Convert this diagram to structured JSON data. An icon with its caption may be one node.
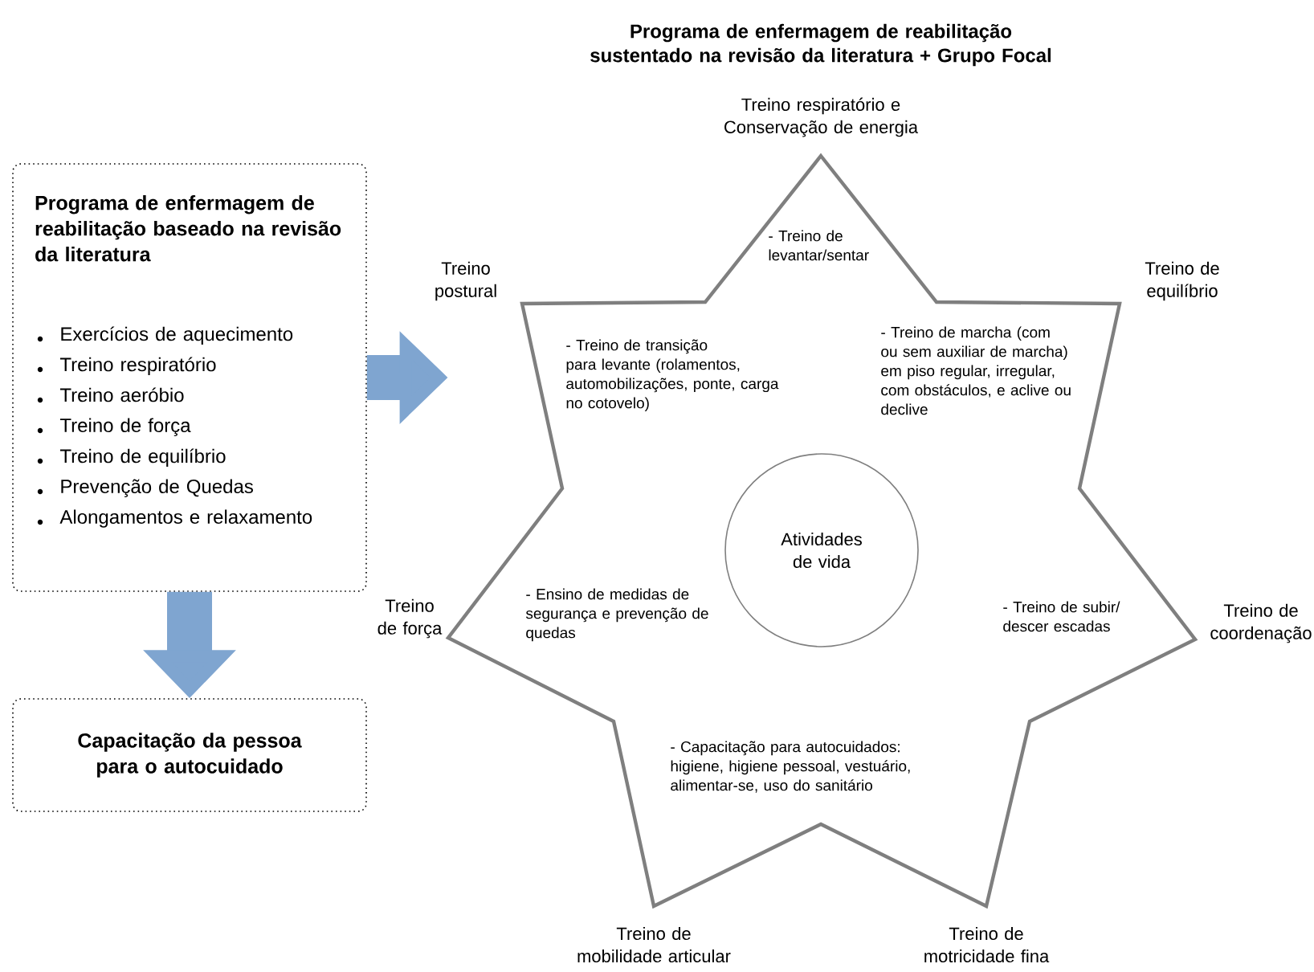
{
  "diagram": {
    "title": "Programa de enfermagem de reabilitação sustentado na revisão da literatura + Grupo Focal",
    "nodes": [
      {
        "text": [
          "Programa de enfermagem de reabilitação baseado na revisão da literatura",
          "Exercícios de aquecimento",
          "Treino respiratório",
          "Treino aeróbio",
          "Treino de força",
          "Treino de equilíbrio",
          "Prevenção de Quedas",
          "Alongamentos e relaxamento"
        ]
      },
      {
        "text": [
          "Capacitação da pessoa para o autocuidado"
        ]
      },
      {
        "text": [
          "- Treino de levantar/sentar",
          "- Treino de transição para levante (rolamentos, automobilizações, ponte, carga no cotovelo)",
          "- Treino de marcha (com ou sem auxiliar de marcha) em piso regular, irregular, com obstáculos, e aclive ou declive",
          "- Ensino de medidas de segurança e prevenção de quedas",
          "- Treino de subir/ descer escadas",
          "- Capacitação para autocuidados: higiene, higiene pessoal, vestuário, alimentar-se, uso do sanitário"
        ],
        "beside": [
          "Treino respiratório e Conservação de energia",
          "Treino de equilíbrio",
          "Treino de coordenação",
          "Treino de motricidade fina",
          "Treino de mobilidade articular",
          "Treino de força",
          "Treino postural"
        ]
      },
      {
        "text": [
          "Atividades de vida"
        ],
        "in": 2
      }
    ],
    "edges": [
      {
        "from": 0,
        "to": 2,
        "arrow": "to"
      },
      {
        "from": 0,
        "to": 1,
        "arrow": "to"
      }
    ]
  }
}
